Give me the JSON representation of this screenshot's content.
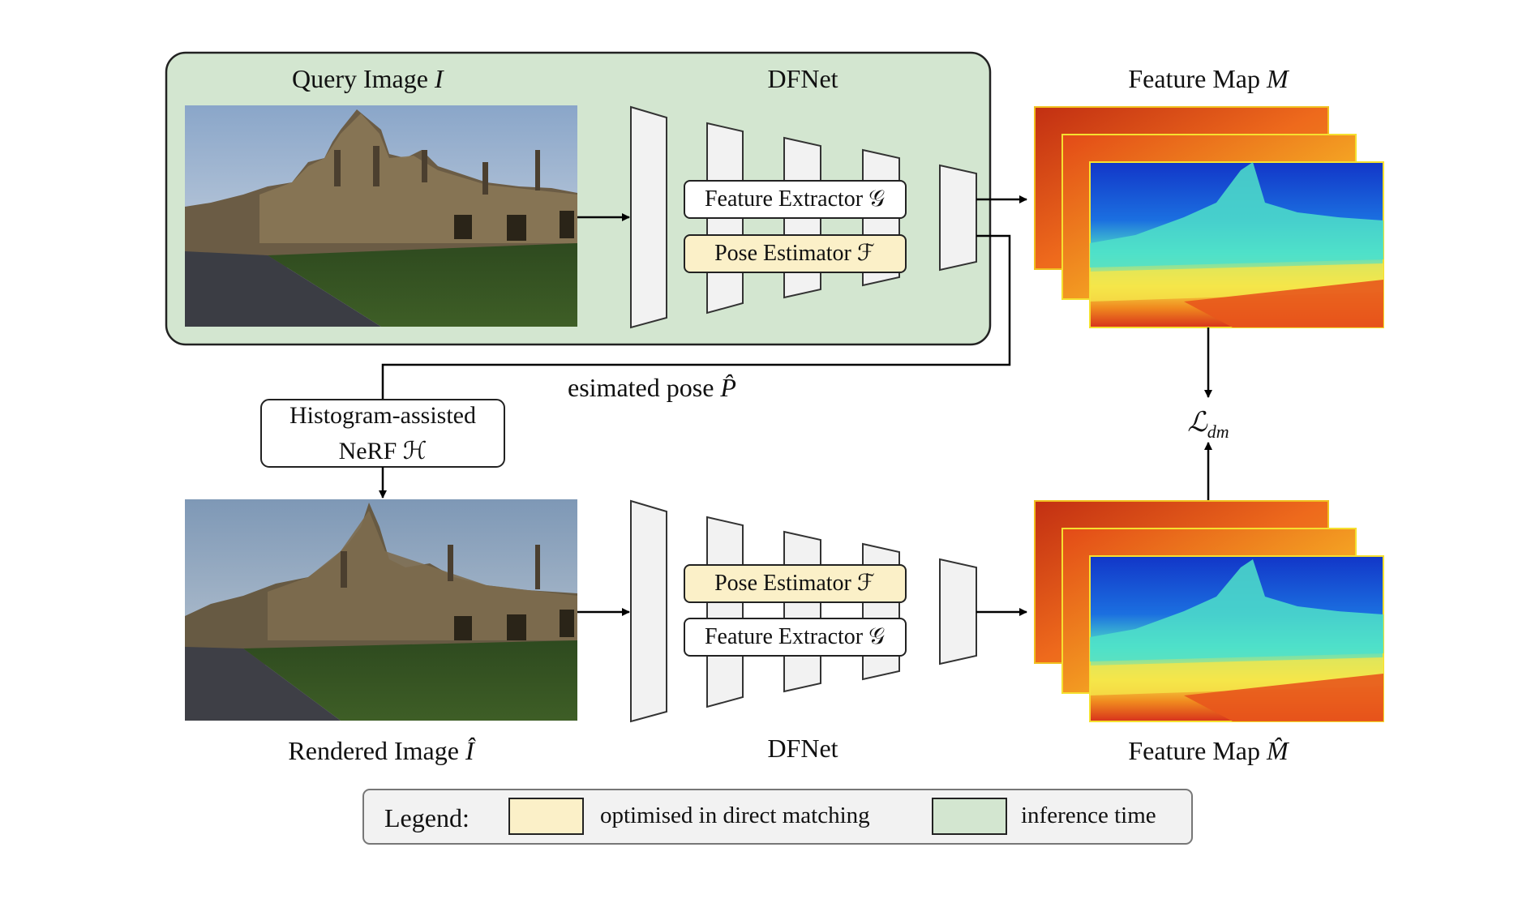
{
  "top": {
    "query_label_text": "Query Image",
    "query_label_symbol": "I",
    "dfnet_title": "DFNet",
    "feature_extractor": "Feature Extractor 𝒢",
    "pose_estimator": "Pose Estimator ℱ",
    "feature_map_text": "Feature Map",
    "feature_map_symbol": "M"
  },
  "middle": {
    "estimated_pose_text": "esimated pose",
    "estimated_pose_symbol": "P̂",
    "nerf_line1": "Histogram-assisted",
    "nerf_line2": "NeRF ℋ",
    "loss_symbol": "ℒ",
    "loss_subscript": "dm"
  },
  "bottom": {
    "rendered_label_text": "Rendered Image",
    "rendered_label_symbol": "Î",
    "dfnet_title": "DFNet",
    "pose_estimator": "Pose Estimator ℱ",
    "feature_extractor": "Feature Extractor 𝒢",
    "feature_map_text": "Feature Map",
    "feature_map_symbol": "M̂"
  },
  "legend": {
    "title": "Legend:",
    "items": [
      {
        "label": "optimised in direct matching",
        "color": "#fbf0c8"
      },
      {
        "label": "inference time",
        "color": "#d3e6d0"
      }
    ]
  },
  "colors": {
    "inference_bg": "#d3e6d0",
    "optimised_bg": "#fbf0c8",
    "layer_fill": "#f2f2f2",
    "legend_bg": "#f2f2f2"
  }
}
